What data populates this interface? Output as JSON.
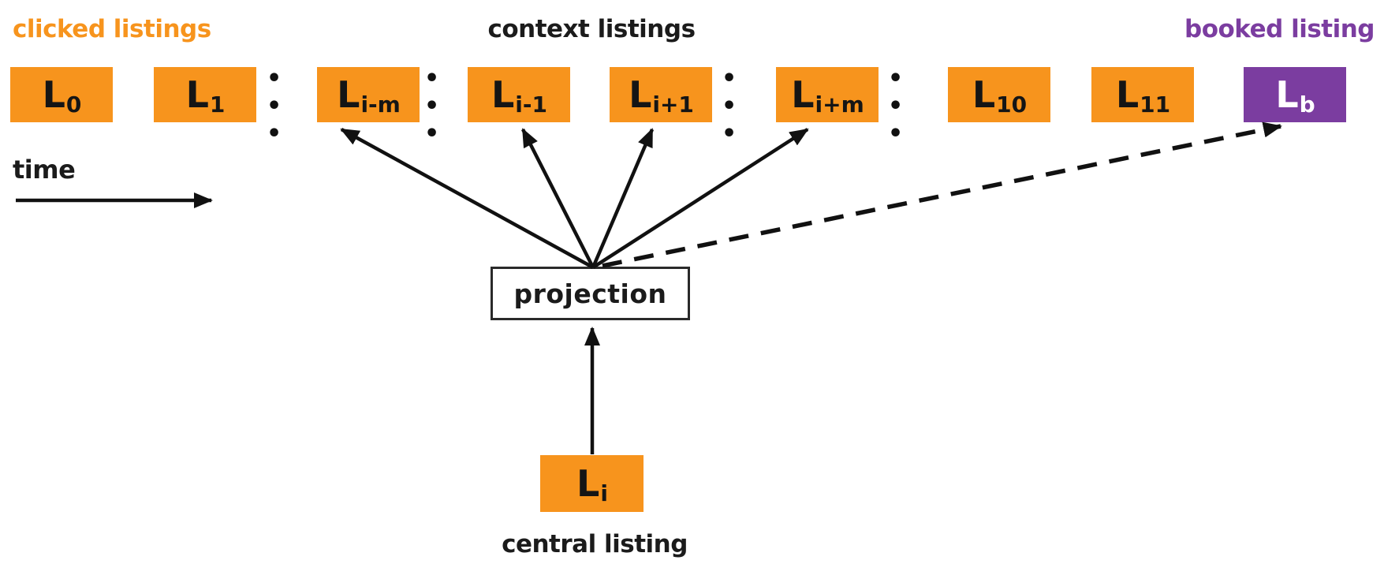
{
  "labels": {
    "clicked": "clicked listings",
    "context": "context listings",
    "booked": "booked listing",
    "time": "time",
    "central_caption": "central listing"
  },
  "projection": {
    "label": "projection"
  },
  "central_box": {
    "main": "L",
    "sub": "i",
    "kind": "clicked"
  },
  "row": [
    {
      "id": "l0",
      "kind": "clicked",
      "main": "L",
      "sub": "0"
    },
    {
      "id": "l1",
      "kind": "clicked",
      "main": "L",
      "sub": "1"
    },
    {
      "id": "dots1",
      "kind": "ellipsis",
      "text": "• • •"
    },
    {
      "id": "lim",
      "kind": "context",
      "main": "L",
      "sub": "i-m"
    },
    {
      "id": "dots2",
      "kind": "ellipsis",
      "text": "• • •"
    },
    {
      "id": "li1m",
      "kind": "context",
      "main": "L",
      "sub": "i-1"
    },
    {
      "id": "li1p",
      "kind": "context",
      "main": "L",
      "sub": "i+1"
    },
    {
      "id": "dots3",
      "kind": "ellipsis",
      "text": "• • •"
    },
    {
      "id": "lipm",
      "kind": "context",
      "main": "L",
      "sub": "i+m"
    },
    {
      "id": "dots4",
      "kind": "ellipsis",
      "text": "• • •"
    },
    {
      "id": "l10",
      "kind": "clicked",
      "main": "L",
      "sub": "10"
    },
    {
      "id": "l11",
      "kind": "clicked",
      "main": "L",
      "sub": "11"
    },
    {
      "id": "lb",
      "kind": "booked",
      "main": "L",
      "sub": "b"
    }
  ],
  "colors": {
    "orange": "#F7941D",
    "purple": "#7B3DA0",
    "ink": "#1b1b1b",
    "paper": "#ffffff"
  }
}
